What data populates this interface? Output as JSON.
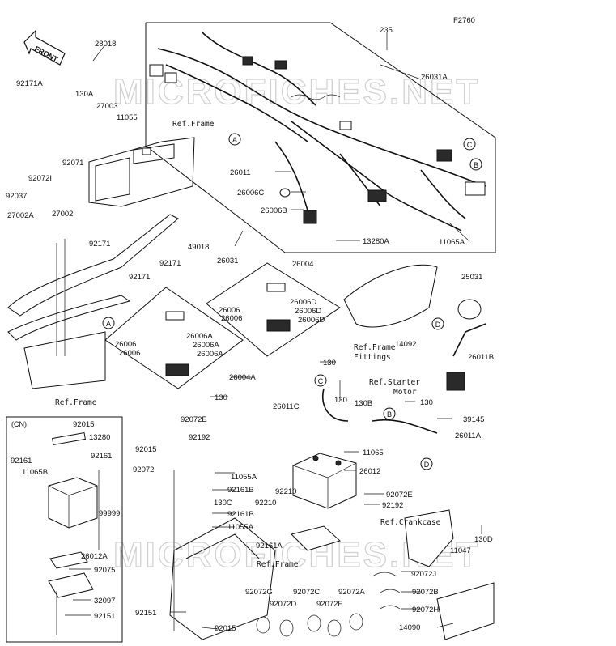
{
  "figure_code": "F2760",
  "direction_tag": "FRONT",
  "watermark": "MICROFICHES.NET",
  "references": {
    "ref_frame_top": "Ref.Frame",
    "ref_frame_fittings_1": "Ref.Frame",
    "ref_frame_fittings_2": "Fittings",
    "ref_frame_left": "Ref.Frame",
    "ref_starter_1": "Ref.Starter",
    "ref_starter_2": "Motor",
    "ref_crankcase": "Ref.Crankcase",
    "ref_frame_bottom": "Ref.Frame"
  },
  "callouts": {
    "A": "A",
    "B": "B",
    "C": "C",
    "D": "D"
  },
  "inset": {
    "region_label": "(CN)"
  },
  "parts": {
    "p28018": "28018",
    "p92171A": "92171A",
    "p130A": "130A",
    "p27003": "27003",
    "p11055": "11055",
    "p92071": "92071",
    "p92072I": "92072I",
    "p92037": "92037",
    "p27002A": "27002A",
    "p27002": "27002",
    "p92171_a": "92171",
    "p92171_b": "92171",
    "p92171_c": "92171",
    "p49018": "49018",
    "p26031": "26031",
    "p235": "235",
    "p26031A": "26031A",
    "p26011": "26011",
    "p26006C": "26006C",
    "p26006B": "26006B",
    "p13280A": "13280A",
    "p11065A": "11065A",
    "p26004": "26004",
    "p26006_1": "26006",
    "p26006_2": "26006",
    "p26006D_1": "26006D",
    "p26006D_2": "26006D",
    "p26006D_3": "26006D",
    "p130_a": "130",
    "p26006_3": "26006",
    "p26006_4": "26006",
    "p26006A_1": "26006A",
    "p26006A_2": "26006A",
    "p26006A_3": "26006A",
    "p26004A": "26004A",
    "p130_b": "130",
    "p25031": "25031",
    "p14092": "14092",
    "p26011B": "26011B",
    "p130_c": "130",
    "p26011C": "26011C",
    "p130B": "130B",
    "p130_d": "130",
    "p39145": "39145",
    "p26011A": "26011A",
    "p11065": "11065",
    "p26012": "26012",
    "p92072E_1": "92072E",
    "p92192_1": "92192",
    "p92015_1": "92015",
    "p92072": "92072",
    "p11055A_1": "11055A",
    "p92161B_1": "92161B",
    "p130C": "130C",
    "p92161B_2": "92161B",
    "p11055A_2": "11055A",
    "p92210_1": "92210",
    "p92210_2": "92210",
    "p92072E_2": "92072E",
    "p92192_2": "92192",
    "p92161A": "92161A",
    "p130D": "130D",
    "p11047": "11047",
    "p92072J": "92072J",
    "p92072B": "92072B",
    "p92072H": "92072H",
    "p14090": "14090",
    "p92072G": "92072G",
    "p92072D": "92072D",
    "p92072C": "92072C",
    "p92072F": "92072F",
    "p92072A": "92072A",
    "p92151_1": "92151",
    "p92015_2": "92015",
    "in92015": "92015",
    "in13280": "13280",
    "in92161_1": "92161",
    "in92161_2": "92161",
    "in11065B": "11065B",
    "in99999": "99999",
    "in26012A": "26012A",
    "in92075": "92075",
    "in32097": "32097",
    "in92151": "92151"
  }
}
